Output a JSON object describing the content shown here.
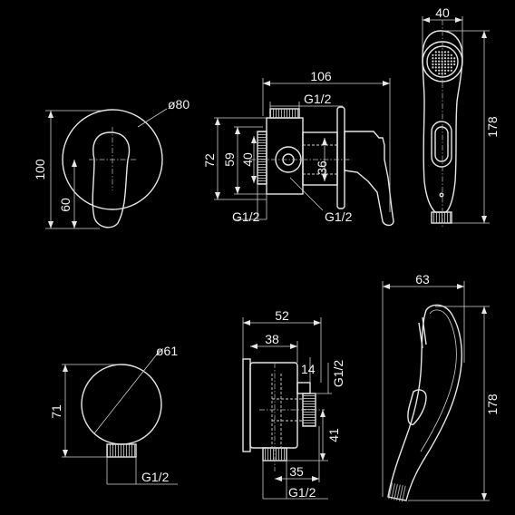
{
  "views": {
    "valve_front": {
      "dim_diameter": "ø80",
      "dim_height": "100",
      "dim_handle": "60"
    },
    "valve_side": {
      "dim_overall_depth": "106",
      "dim_top_thread": "G1/2",
      "dim_72": "72",
      "dim_59": "59",
      "dim_40": "40",
      "dim_36": "36",
      "dim_thread_left": "G1/2",
      "dim_thread_right": "G1/2"
    },
    "hand_shower_front": {
      "dim_width": "40",
      "dim_length": "178"
    },
    "wall_outlet_front": {
      "dim_diameter": "ø61",
      "dim_height": "71",
      "dim_thread": "G1/2"
    },
    "wall_outlet_side": {
      "dim_52": "52",
      "dim_38": "38",
      "dim_14": "14",
      "dim_side_thread": "G1/2",
      "dim_41": "41",
      "dim_35": "35",
      "dim_bottom_thread": "G1/2"
    },
    "hand_shower_side": {
      "dim_width": "63",
      "dim_length": "178"
    }
  }
}
